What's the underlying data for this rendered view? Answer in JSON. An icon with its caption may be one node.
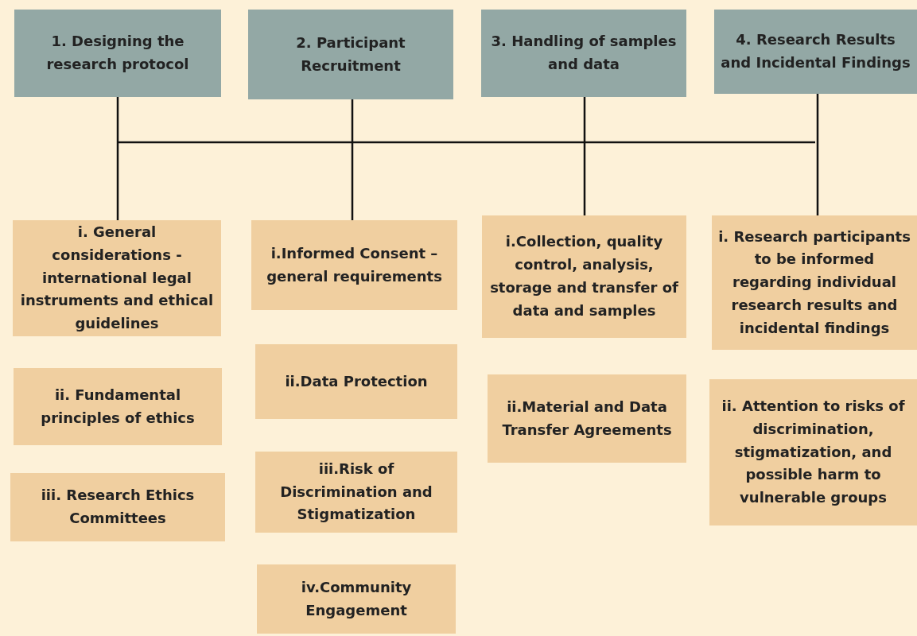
{
  "diagram": {
    "nodes": [
      {
        "text": [
          "1. Designing the research protocol"
        ]
      },
      {
        "text": [
          "2. Participant Recruitment"
        ]
      },
      {
        "text": [
          "3. Handling of samples and data"
        ]
      },
      {
        "text": [
          "4. Research Results and Incidental Findings"
        ]
      },
      {
        "text": [
          "i. General considerations - international legal instruments and ethical guidelines"
        ]
      },
      {
        "text": [
          "ii. Fundamental principles of ethics"
        ]
      },
      {
        "text": [
          "iii. Research Ethics Committees"
        ]
      },
      {
        "text": [
          "i.Informed Consent – general requirements"
        ]
      },
      {
        "text": [
          "ii.Data Protection"
        ]
      },
      {
        "text": [
          "iii.Risk of Discrimination and Stigmatization"
        ]
      },
      {
        "text": [
          "iv.Community Engagement"
        ]
      },
      {
        "text": [
          "i.Collection, quality control, analysis, storage and transfer of data and samples"
        ]
      },
      {
        "text": [
          "ii.Material and Data Transfer Agreements"
        ]
      },
      {
        "text": [
          "i. Research participants to be informed regarding individual research results  and incidental findings"
        ]
      },
      {
        "text": [
          "ii. Attention to risks of discrimination, stigmatization, and possible harm to vulnerable groups"
        ]
      }
    ],
    "edges": [
      {
        "from": 0,
        "to": 4,
        "arrow": "none"
      },
      {
        "from": 1,
        "to": 7,
        "arrow": "none"
      },
      {
        "from": 2,
        "to": 11,
        "arrow": "none"
      },
      {
        "from": 3,
        "to": 13,
        "arrow": "none"
      }
    ]
  }
}
